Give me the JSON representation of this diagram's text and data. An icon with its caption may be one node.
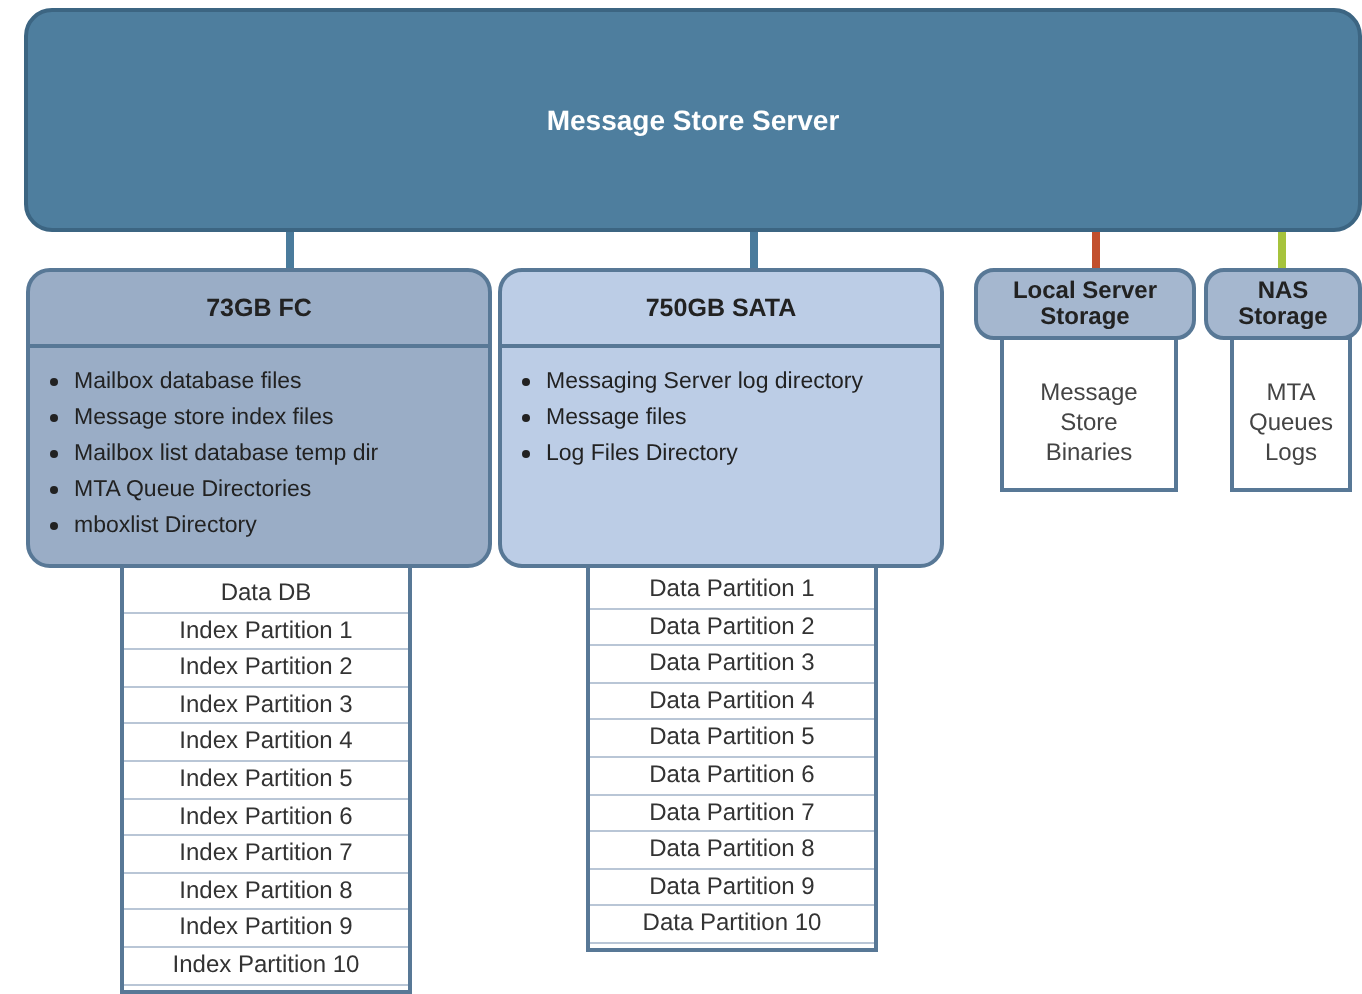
{
  "diagram": {
    "nodes": [
      {
        "text": [
          "Message Store Server"
        ]
      },
      {
        "text": [
          "73GB FC",
          "Mailbox database files",
          "Message store index files",
          "Mailbox list database temp dir",
          "MTA Queue Directories",
          "mboxlist Directory"
        ]
      },
      {
        "text": [
          "750GB SATA",
          "Messaging Server log directory",
          "Message files",
          "Log Files Directory"
        ]
      },
      {
        "text": [
          "Local Server Storage",
          "Message Store Binaries"
        ]
      },
      {
        "text": [
          "NAS Storage",
          "MTA Queues Logs"
        ]
      },
      {
        "text": [
          "Data DB",
          "Index Partition 1",
          "Index Partition 2",
          "Index Partition 3",
          "Index Partition 4",
          "Index Partition 5",
          "Index Partition 6",
          "Index Partition 7",
          "Index Partition 8",
          "Index Partition 9",
          "Index Partition 10"
        ]
      },
      {
        "text": [
          "Data Partition 1",
          "Data Partition 2",
          "Data Partition 3",
          "Data Partition 4",
          "Data Partition 5",
          "Data Partition 6",
          "Data Partition 7",
          "Data Partition 8",
          "Data Partition 9",
          "Data Partition 10"
        ]
      }
    ],
    "edges": [
      {
        "from": 0,
        "to": 1,
        "arrow": "none"
      },
      {
        "from": 0,
        "to": 2,
        "arrow": "none"
      },
      {
        "from": 0,
        "to": 3,
        "arrow": "none",
        "color": "#c2502e"
      },
      {
        "from": 0,
        "to": 4,
        "arrow": "none",
        "color": "#a6c33c"
      }
    ]
  }
}
